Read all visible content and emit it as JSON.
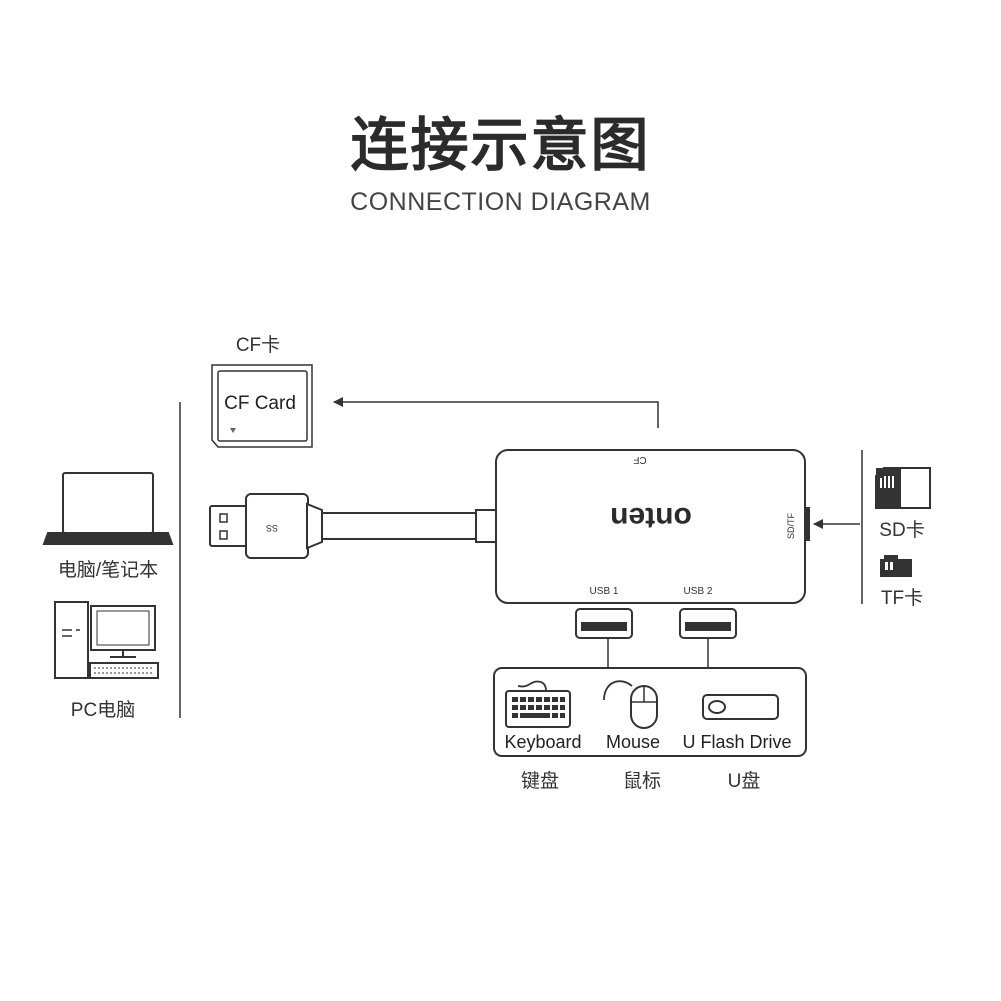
{
  "title": {
    "zh": "连接示意图",
    "en": "CONNECTION DIAGRAM"
  },
  "hosts": {
    "laptop_label": "电脑/笔记本",
    "pc_label": "PC电脑"
  },
  "cf": {
    "label_top": "CF卡",
    "card_text": "CF Card",
    "slot_label": "CF"
  },
  "hub": {
    "brand": "onten",
    "usb_symbol": "SS",
    "usb1_label": "USB 1",
    "usb2_label": "USB 2",
    "sd_tf_label": "SD/TF"
  },
  "sd": {
    "label": "SD卡"
  },
  "tf": {
    "label": "TF卡"
  },
  "devices": [
    {
      "name_en": "Keyboard",
      "name_zh": "键盘"
    },
    {
      "name_en": "Mouse",
      "name_zh": "鼠标"
    },
    {
      "name_en": "U Flash Drive",
      "name_zh": "U盘"
    }
  ],
  "colors": {
    "line": "#333333",
    "fill": "#ffffff",
    "text": "#333333"
  }
}
